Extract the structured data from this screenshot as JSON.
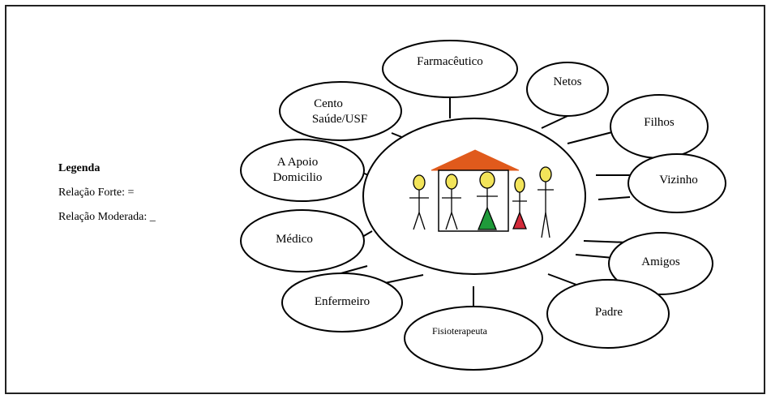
{
  "legend": {
    "title": "Legenda",
    "strong": "Relação Forte: =",
    "moderate": "Relação Moderada: _"
  },
  "nodes": {
    "farmaceutico": "Farmacêutico",
    "netos": "Netos",
    "filhos": "Filhos",
    "vizinho": "Vizinho",
    "amigos": "Amigos",
    "padre": "Padre",
    "fisioterapeuta": "Fisioterapeuta",
    "enfermeiro": "Enfermeiro",
    "medico": "Médico",
    "apoio_line1": "A Apoio",
    "apoio_line2": "Domicilio",
    "centro_line1": "Cento",
    "centro_line2": "Saúde/USF"
  },
  "colors": {
    "roof": "#e05a1c",
    "head": "#f2e45a",
    "green_dress": "#1f9a3a",
    "red_dress": "#d22b3a"
  }
}
